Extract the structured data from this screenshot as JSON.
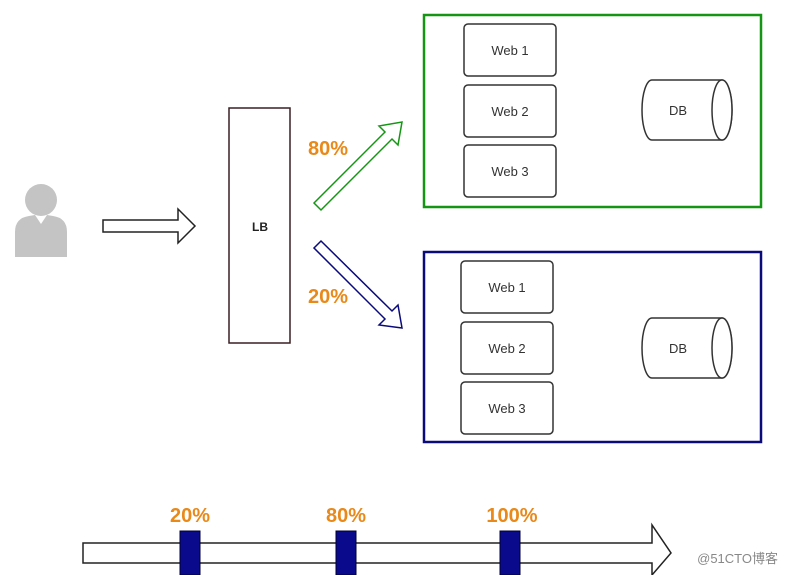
{
  "load_balancer": {
    "label": "LB"
  },
  "routes": {
    "upper_percent": "80%",
    "lower_percent": "20%"
  },
  "cluster_upper": {
    "border_color": "#149614",
    "web_servers": [
      "Web 1",
      "Web 2",
      "Web 3"
    ],
    "db_label": "DB"
  },
  "cluster_lower": {
    "border_color": "#0a0a7a",
    "web_servers": [
      "Web 1",
      "Web 2",
      "Web 3"
    ],
    "db_label": "DB"
  },
  "rollout_timeline": {
    "stages": [
      "20%",
      "80%",
      "100%"
    ],
    "marker_color": "#0a0a8c"
  },
  "percent_label_color": "#e8891a",
  "watermark": "@51CTO博客"
}
